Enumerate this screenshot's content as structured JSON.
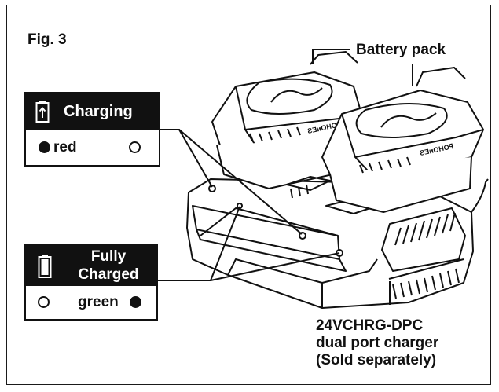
{
  "figure": {
    "label": "Fig. 3"
  },
  "callouts": {
    "battery_pack": "Battery pack",
    "charger_model": "24VCHRG-DPC",
    "charger_desc": "dual port charger",
    "charger_note": "(Sold separately)"
  },
  "charging_box": {
    "title": "Charging",
    "led_color_text": "red",
    "icon": "battery-charging-icon"
  },
  "charged_box": {
    "title_line1": "Fully",
    "title_line2": "Charged",
    "led_color_text": "green",
    "icon": "battery-full-icon"
  }
}
